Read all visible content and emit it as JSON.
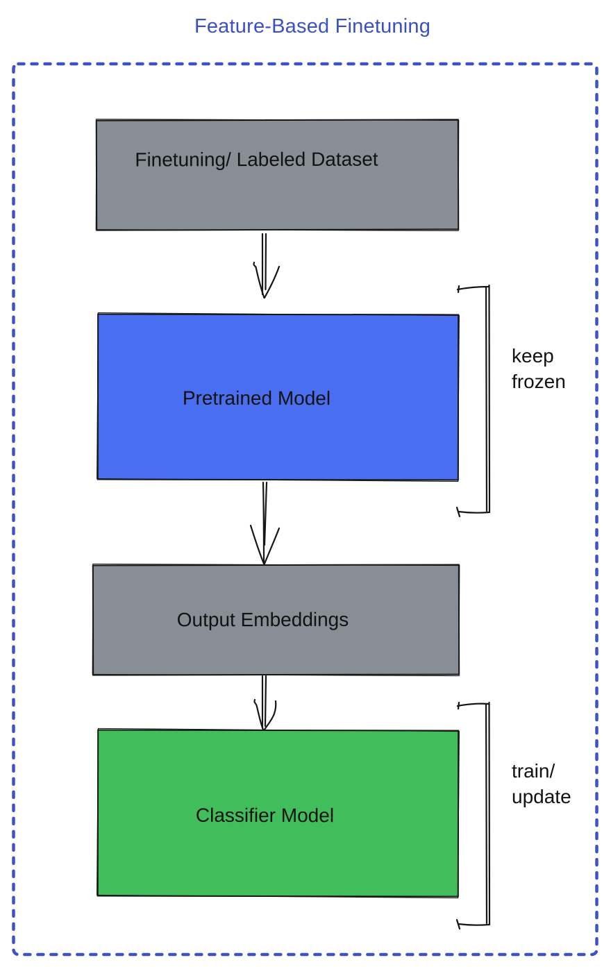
{
  "title": {
    "text": "Feature-Based Finetuning",
    "color": "#3B50C8"
  },
  "frame": {
    "style": "dashed",
    "border_color": "#3D53C5"
  },
  "nodes": [
    {
      "id": "finetuning-dataset",
      "label": "Finetuning/ Labeled Dataset",
      "fill": "#878E96",
      "border_color": "#161616"
    },
    {
      "id": "pretrained-model",
      "label": "Pretrained Model",
      "fill": "#4A6EF0",
      "border_color": "#161616"
    },
    {
      "id": "output-embeddings",
      "label": "Output Embeddings",
      "fill": "#878E96",
      "border_color": "#161616"
    },
    {
      "id": "classifier-model",
      "label": "Classifier Model",
      "fill": "#41BD5B",
      "border_color": "#161616"
    }
  ],
  "annotations": [
    {
      "id": "keep-frozen",
      "text": "keep\nfrozen",
      "target": "pretrained-model"
    },
    {
      "id": "train-update",
      "text": "train/\nupdate",
      "target": "classifier-model"
    }
  ],
  "connectors": [
    {
      "from": "finetuning-dataset",
      "to": "pretrained-model",
      "type": "arrow-down"
    },
    {
      "from": "pretrained-model",
      "to": "output-embeddings",
      "type": "arrow-down"
    },
    {
      "from": "output-embeddings",
      "to": "classifier-model",
      "type": "arrow-down"
    }
  ]
}
